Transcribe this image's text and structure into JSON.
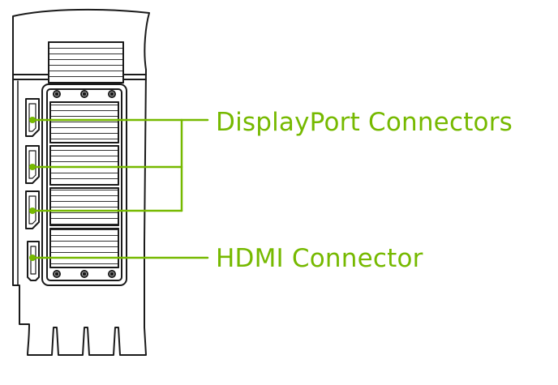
{
  "labels": {
    "displayport": "DisplayPort Connectors",
    "hdmi": "HDMI Connector"
  },
  "colors": {
    "accent": "#76b900",
    "outline": "#1a1a1a"
  },
  "connectors": [
    {
      "type": "DisplayPort"
    },
    {
      "type": "DisplayPort"
    },
    {
      "type": "DisplayPort"
    },
    {
      "type": "HDMI"
    }
  ]
}
